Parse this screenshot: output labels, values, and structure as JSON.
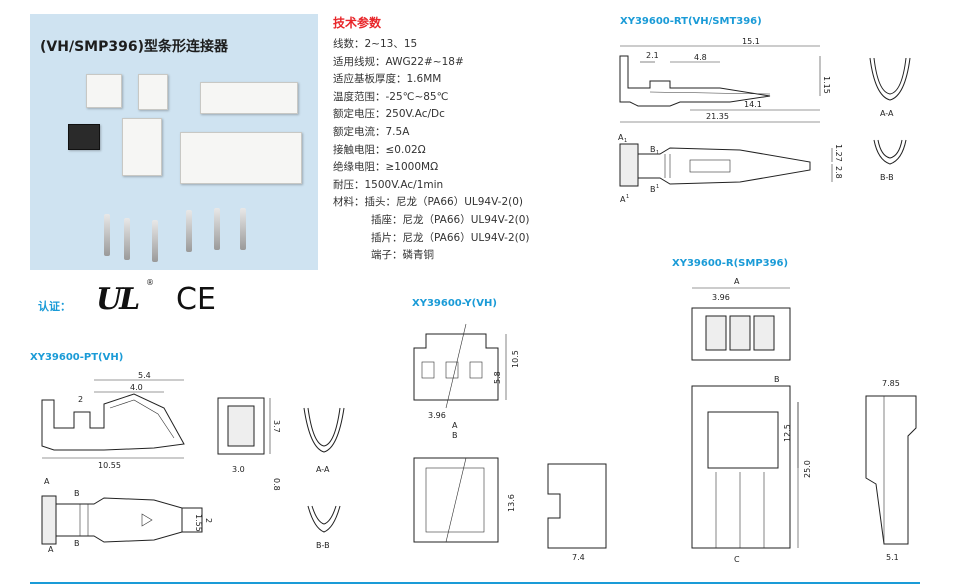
{
  "photo_title": "(VH/SMP396)型条形连接器",
  "spec_title": "技术参数",
  "specs": [
    {
      "label": "线数：",
      "value": "2~13、15"
    },
    {
      "label": "适用线规：",
      "value": "AWG22#~18#"
    },
    {
      "label": "适应基板厚度：",
      "value": "1.6MM"
    },
    {
      "label": "温度范围：",
      "value": "-25℃~85℃"
    },
    {
      "label": "额定电压：",
      "value": "250V.Ac/Dc"
    },
    {
      "label": "额定电流：",
      "value": "7.5A"
    },
    {
      "label": "接触电阻：",
      "value": "≤0.02Ω"
    },
    {
      "label": "绝缘电阻：",
      "value": "≥1000MΩ"
    },
    {
      "label": "耐压：",
      "value": "1500V.Ac/1min"
    }
  ],
  "materials": {
    "label": "材料：",
    "rows": [
      "插头：尼龙（PA66）UL94V-2(0)",
      "插座：尼龙（PA66）UL94V-2(0)",
      "插片：尼龙（PA66）UL94V-2(0)",
      "端子：磷青铜"
    ]
  },
  "certification": {
    "label": "认证：",
    "ul_mark": "UL",
    "ce_mark": "CE"
  },
  "sections": {
    "rt": "XY39600-RT(VH/SMT396)",
    "r": "XY39600-R(SMP396)",
    "y": "XY39600-Y(VH)",
    "pt": "XY39600-PT(VH)"
  },
  "dims": {
    "rt": {
      "d1": "15.1",
      "d2": "4.8",
      "d3": "2.1",
      "d4": "1.15",
      "d5": "14.1",
      "d6": "21.35",
      "d7": "1.27",
      "d8": "2.8",
      "aa": "A-A",
      "bb": "B-B",
      "a1": "A",
      "a2": "A",
      "b1": "B",
      "b2": "B",
      "sub1": "1",
      "sub2": "1",
      "sub3": "1",
      "sub4": "1"
    },
    "r": {
      "a": "A",
      "d396": "3.96",
      "b": "B",
      "d125": "12.5",
      "d250": "25.0",
      "c": "C",
      "d785": "7.85",
      "d51": "5.1"
    },
    "y": {
      "d105": "10.5",
      "d58": "5.8",
      "d396": "3.96",
      "a": "A",
      "b": "B",
      "d136": "13.6",
      "d74": "7.4"
    },
    "pt": {
      "d54": "5.4",
      "d40": "4.0",
      "d2": "2",
      "d1055": "10.55",
      "d37": "3.7",
      "d30": "3.0",
      "d08": "0.8",
      "d155": "1.55",
      "d2b": "2",
      "a1": "A",
      "a2": "A",
      "b1": "B",
      "b2": "B",
      "aa": "A-A",
      "bb": "B-B"
    }
  }
}
